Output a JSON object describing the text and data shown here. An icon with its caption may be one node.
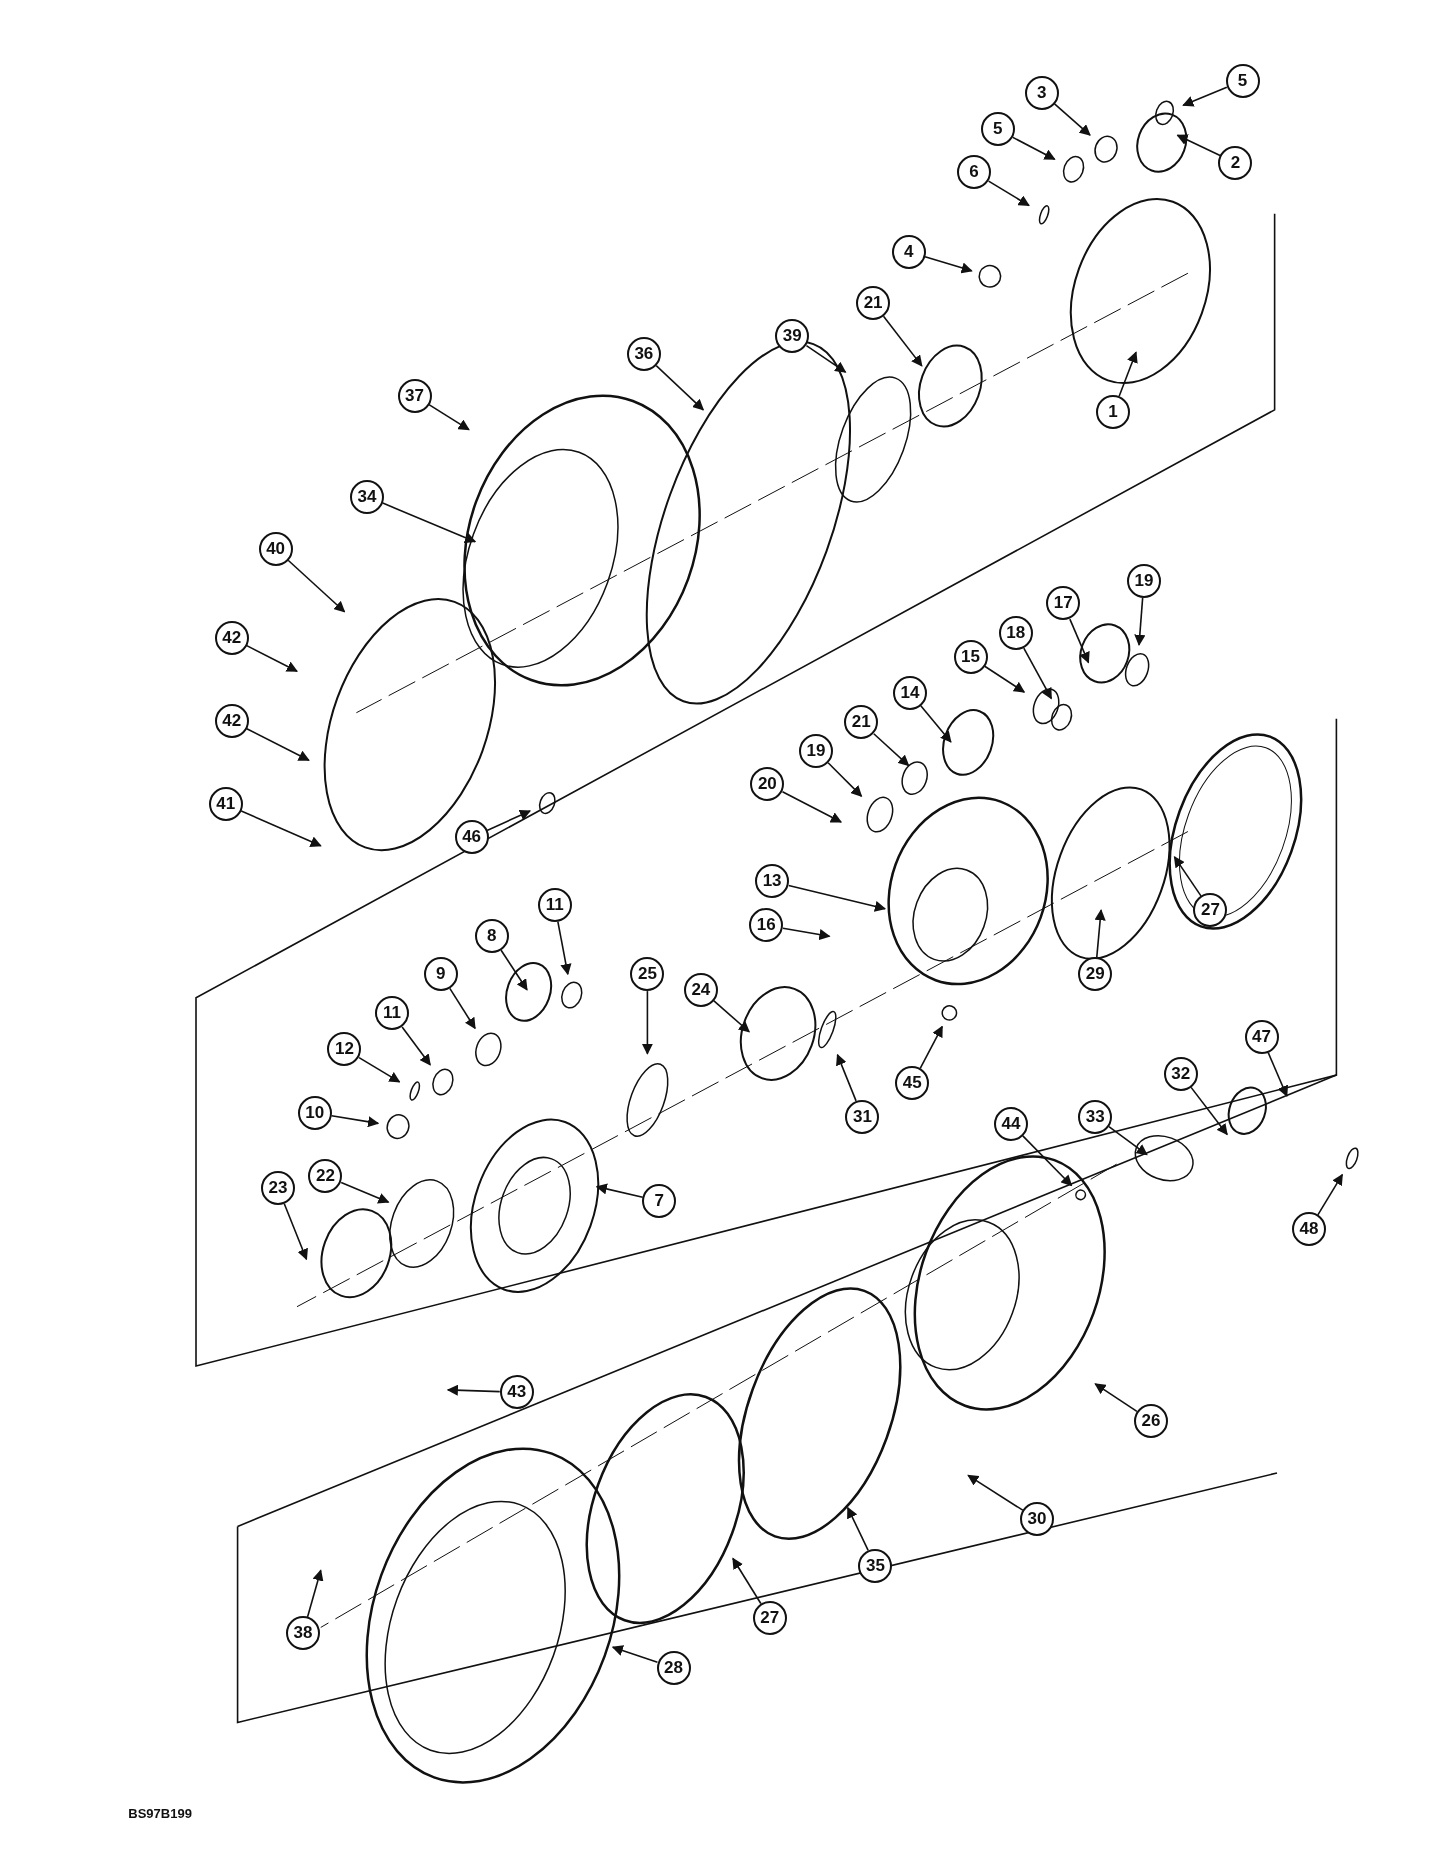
{
  "diagram": {
    "nodes": [
      {
        "text": [
          "5"
        ]
      },
      {
        "text": [
          "3"
        ]
      },
      {
        "text": [
          "5"
        ]
      },
      {
        "text": [
          "2"
        ]
      },
      {
        "text": [
          "6"
        ]
      },
      {
        "text": [
          "4"
        ]
      },
      {
        "text": [
          "21"
        ]
      },
      {
        "text": [
          "39"
        ]
      },
      {
        "text": [
          "36"
        ]
      },
      {
        "text": [
          "37"
        ]
      },
      {
        "text": [
          "1"
        ]
      },
      {
        "text": [
          "34"
        ]
      },
      {
        "text": [
          "40"
        ]
      },
      {
        "text": [
          "19"
        ]
      },
      {
        "text": [
          "17"
        ]
      },
      {
        "text": [
          "18"
        ]
      },
      {
        "text": [
          "42"
        ]
      },
      {
        "text": [
          "15"
        ]
      },
      {
        "text": [
          "14"
        ]
      },
      {
        "text": [
          "42"
        ]
      },
      {
        "text": [
          "21"
        ]
      },
      {
        "text": [
          "19"
        ]
      },
      {
        "text": [
          "20"
        ]
      },
      {
        "text": [
          "41"
        ]
      },
      {
        "text": [
          "46"
        ]
      },
      {
        "text": [
          "13"
        ]
      },
      {
        "text": [
          "11"
        ]
      },
      {
        "text": [
          "27"
        ]
      },
      {
        "text": [
          "16"
        ]
      },
      {
        "text": [
          "8"
        ]
      },
      {
        "text": [
          "25"
        ]
      },
      {
        "text": [
          "29"
        ]
      },
      {
        "text": [
          "24"
        ]
      },
      {
        "text": [
          "9"
        ]
      },
      {
        "text": [
          "11"
        ]
      },
      {
        "text": [
          "47"
        ]
      },
      {
        "text": [
          "12"
        ]
      },
      {
        "text": [
          "32"
        ]
      },
      {
        "text": [
          "45"
        ]
      },
      {
        "text": [
          "10"
        ]
      },
      {
        "text": [
          "31"
        ]
      },
      {
        "text": [
          "33"
        ]
      },
      {
        "text": [
          "44"
        ]
      },
      {
        "text": [
          "22"
        ]
      },
      {
        "text": [
          "23"
        ]
      },
      {
        "text": [
          "7"
        ]
      },
      {
        "text": [
          "48"
        ]
      },
      {
        "text": [
          "43"
        ]
      },
      {
        "text": [
          "26"
        ]
      },
      {
        "text": [
          "30"
        ]
      },
      {
        "text": [
          "35"
        ]
      },
      {
        "text": [
          "27"
        ]
      },
      {
        "text": [
          "38"
        ]
      },
      {
        "text": [
          "28"
        ]
      }
    ],
    "edges": [
      {
        "from": 0,
        "to": null,
        "arrow": "to"
      },
      {
        "from": 1,
        "to": null,
        "arrow": "to"
      },
      {
        "from": 2,
        "to": null,
        "arrow": "to"
      },
      {
        "from": 3,
        "to": null,
        "arrow": "to"
      },
      {
        "from": 4,
        "to": null,
        "arrow": "to"
      },
      {
        "from": 5,
        "to": null,
        "arrow": "to"
      },
      {
        "from": 6,
        "to": null,
        "arrow": "to"
      },
      {
        "from": 7,
        "to": null,
        "arrow": "to"
      },
      {
        "from": 8,
        "to": null,
        "arrow": "to"
      },
      {
        "from": 9,
        "to": null,
        "arrow": "to"
      },
      {
        "from": 10,
        "to": null,
        "arrow": "to"
      },
      {
        "from": 11,
        "to": null,
        "arrow": "to"
      },
      {
        "from": 12,
        "to": null,
        "arrow": "to"
      },
      {
        "from": 13,
        "to": null,
        "arrow": "to"
      },
      {
        "from": 14,
        "to": null,
        "arrow": "to"
      },
      {
        "from": 15,
        "to": null,
        "arrow": "to"
      },
      {
        "from": 16,
        "to": null,
        "arrow": "to"
      },
      {
        "from": 17,
        "to": null,
        "arrow": "to"
      },
      {
        "from": 18,
        "to": null,
        "arrow": "to"
      },
      {
        "from": 19,
        "to": null,
        "arrow": "to"
      },
      {
        "from": 20,
        "to": null,
        "arrow": "to"
      },
      {
        "from": 21,
        "to": null,
        "arrow": "to"
      },
      {
        "from": 22,
        "to": null,
        "arrow": "to"
      },
      {
        "from": 23,
        "to": null,
        "arrow": "to"
      },
      {
        "from": 24,
        "to": null,
        "arrow": "to"
      },
      {
        "from": 25,
        "to": null,
        "arrow": "to"
      },
      {
        "from": 26,
        "to": null,
        "arrow": "to"
      },
      {
        "from": 27,
        "to": null,
        "arrow": "to"
      },
      {
        "from": 28,
        "to": null,
        "arrow": "to"
      },
      {
        "from": 29,
        "to": null,
        "arrow": "to"
      },
      {
        "from": 30,
        "to": null,
        "arrow": "to"
      },
      {
        "from": 31,
        "to": null,
        "arrow": "to"
      },
      {
        "from": 32,
        "to": null,
        "arrow": "to"
      },
      {
        "from": 33,
        "to": null,
        "arrow": "to"
      },
      {
        "from": 34,
        "to": null,
        "arrow": "to"
      },
      {
        "from": 35,
        "to": null,
        "arrow": "to"
      },
      {
        "from": 36,
        "to": null,
        "arrow": "to"
      },
      {
        "from": 37,
        "to": null,
        "arrow": "to"
      },
      {
        "from": 38,
        "to": null,
        "arrow": "to"
      },
      {
        "from": 39,
        "to": null,
        "arrow": "to"
      },
      {
        "from": 40,
        "to": null,
        "arrow": "to"
      },
      {
        "from": 41,
        "to": null,
        "arrow": "to"
      },
      {
        "from": 42,
        "to": null,
        "arrow": "to"
      },
      {
        "from": 43,
        "to": null,
        "arrow": "to"
      },
      {
        "from": 44,
        "to": null,
        "arrow": "to"
      },
      {
        "from": 45,
        "to": null,
        "arrow": "to"
      },
      {
        "from": 46,
        "to": null,
        "arrow": "to"
      },
      {
        "from": 47,
        "to": null,
        "arrow": "to"
      },
      {
        "from": 48,
        "to": null,
        "arrow": "to"
      },
      {
        "from": 49,
        "to": null,
        "arrow": "to"
      },
      {
        "from": 50,
        "to": null,
        "arrow": "to"
      },
      {
        "from": 51,
        "to": null,
        "arrow": "to"
      },
      {
        "from": 52,
        "to": null,
        "arrow": "to"
      },
      {
        "from": 53,
        "to": null,
        "arrow": "to"
      }
    ],
    "labels": [
      "BS97B199"
    ]
  }
}
